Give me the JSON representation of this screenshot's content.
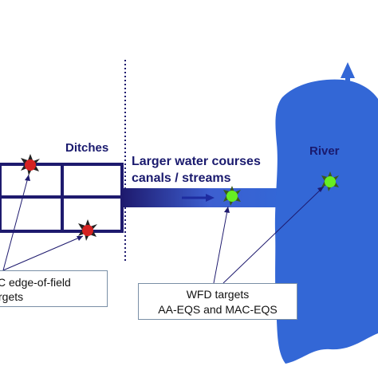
{
  "labels": {
    "ditches": "Ditches",
    "larger_courses_line1": "Larger water courses",
    "larger_courses_line2": "canals / streams",
    "river": "River"
  },
  "boxes": {
    "edge_of_field": {
      "line1": "C edge-of-field",
      "line2": "rgets"
    },
    "wfd": {
      "line1": "WFD targets",
      "line2": "AA-EQS and MAC-EQS"
    }
  },
  "colors": {
    "river": "#3367d6",
    "ditch_frame": "#1e1a6e",
    "red_marker": "#d42222",
    "green_marker": "#66ee22",
    "label_text": "#1a1a6e"
  },
  "icons": [
    "red-star-marker-icon",
    "green-star-marker-icon",
    "up-arrow-icon",
    "right-arrow-icon"
  ]
}
